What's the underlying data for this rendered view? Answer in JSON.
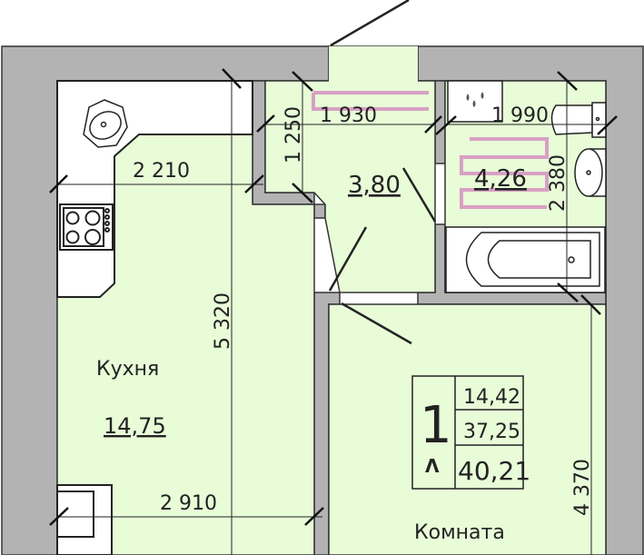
{
  "colors": {
    "wall": "#b3b3b3",
    "floor": "#e8fcd8",
    "line": "#222222",
    "heating": "#d9a0c4",
    "fixture": "#ffffff"
  },
  "rooms": {
    "kitchen": {
      "name": "Кухня",
      "area": "14,75"
    },
    "hall": {
      "area": "3,80"
    },
    "bathroom": {
      "area": "4,26"
    },
    "room": {
      "name": "Комната"
    }
  },
  "dimensions": {
    "kitchen_width_top": "2 210",
    "kitchen_width_bottom": "2 910",
    "kitchen_length": "5 320",
    "hall_depth": "1 250",
    "hall_width": "1 930",
    "bath_width": "1 990",
    "bath_length": "2 380",
    "room_length": "4 370"
  },
  "summary": {
    "rooms_count": "1",
    "balcony_mark": "Λ",
    "living_area": "14,42",
    "total_area": "37,25",
    "total_with_balcony": "40,21"
  }
}
